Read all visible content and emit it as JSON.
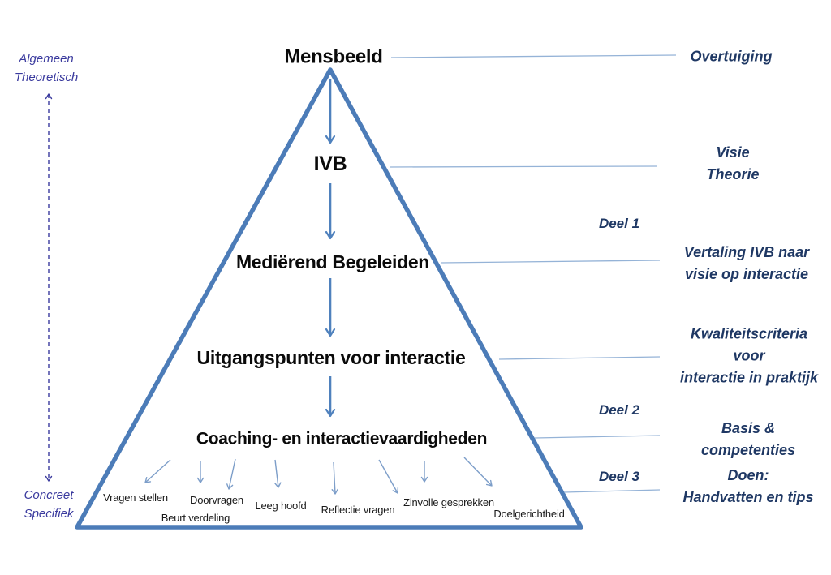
{
  "axis": {
    "top_label": "Algemeen\nTheoretisch",
    "bottom_label": "Concreet\nSpecifiek"
  },
  "pyramid": {
    "levels": {
      "mensbeeld": "Mensbeeld",
      "ivb": "IVB",
      "medierend": "Mediërend Begeleiden",
      "uitgangspunten": "Uitgangspunten voor interactie",
      "coaching": "Coaching- en interactievaardigheden"
    },
    "skills": {
      "vragen_stellen": "Vragen stellen",
      "doorvragen": "Doorvragen",
      "leeg_hoofd": "Leeg hoofd",
      "beurt_verdeling": "Beurt verdeling",
      "reflectie_vragen": "Reflectie vragen",
      "zinvolle_gesprekken": "Zinvolle gesprekken",
      "doelgerichtheid": "Doelgerichtheid"
    }
  },
  "right_column": {
    "overtuiging": "Overtuiging",
    "visie_theorie": "Visie\nTheorie",
    "deel_1": "Deel 1",
    "vertaling": "Vertaling IVB naar\nvisie op interactie",
    "kwaliteitscriteria": "Kwaliteitscriteria\nvoor\ninteractie in praktijk",
    "deel_2": "Deel 2",
    "basis": "Basis &\ncompetenties",
    "deel_3": "Deel 3",
    "doen": "Doen:\nHandvatten en tips"
  },
  "colors": {
    "pyramid_stroke": "#4C7CB8",
    "flow_arrow": "#4F81BD",
    "fan_arrow": "#7D9EC9",
    "connector_line": "#95B3D7",
    "axis_color": "#3A3A9E",
    "right_text": "#1F3864",
    "level_text": "#0a0a0a"
  }
}
